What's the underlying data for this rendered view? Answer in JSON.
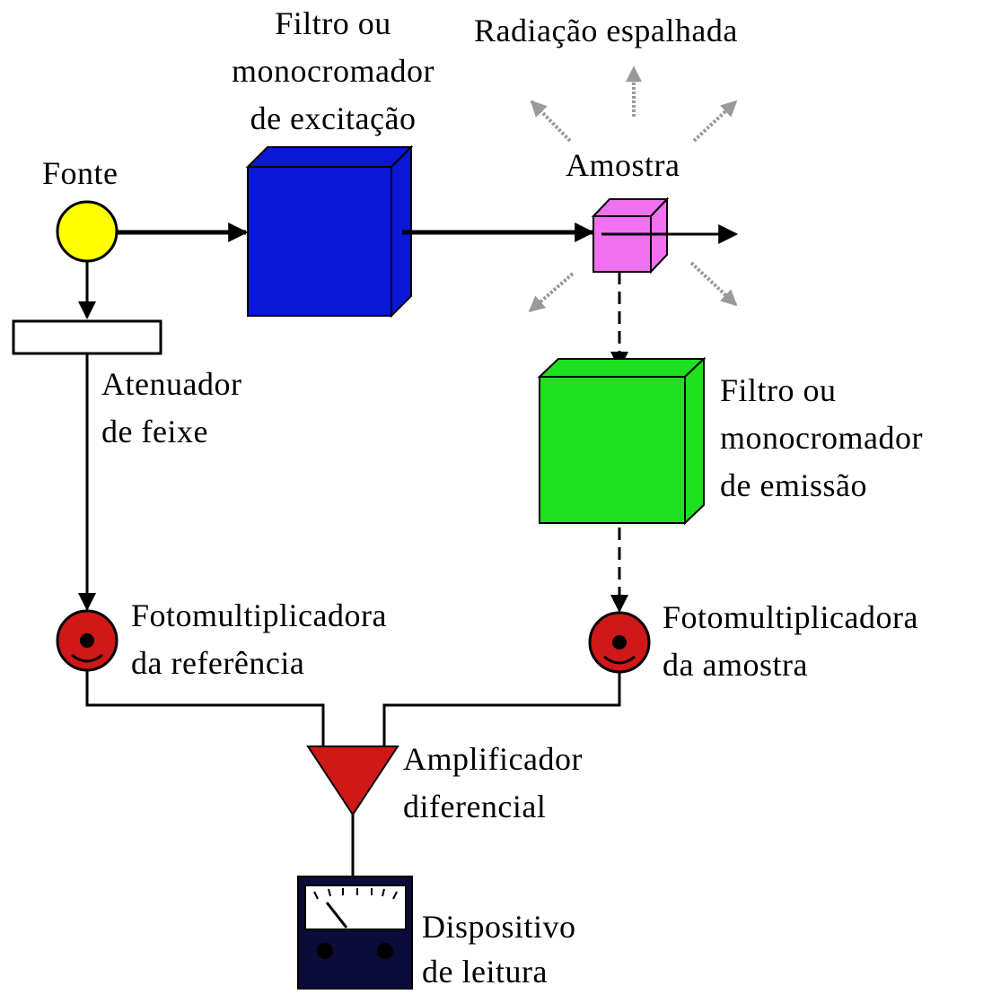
{
  "labels": {
    "excitation_filter": [
      "Filtro ou",
      "monocromador",
      "de excitação"
    ],
    "scattered_radiation": "Radiação espalhada",
    "source": "Fonte",
    "sample": "Amostra",
    "beam_attenuator": [
      "Atenuador",
      "de feixe"
    ],
    "emission_filter": [
      "Filtro ou",
      "monocromador",
      "de emissão"
    ],
    "reference_pmt": [
      "Fotomultiplicadora",
      "da referência"
    ],
    "sample_pmt": [
      "Fotomultiplicadora",
      "da amostra"
    ],
    "differential_amplifier": [
      "Amplificador",
      "diferencial"
    ],
    "readout_device": [
      "Dispositivo",
      "de leitura"
    ]
  },
  "colors": {
    "source": "#ffff00",
    "excitation_filter": "#0a17d6",
    "sample": "#f070f0",
    "emission_filter": "#1ee01e",
    "photomultiplier": "#d01818",
    "amplifier": "#d01818",
    "readout_body": "#0c0c38",
    "scatter_arrows": "#9a9a9a"
  }
}
